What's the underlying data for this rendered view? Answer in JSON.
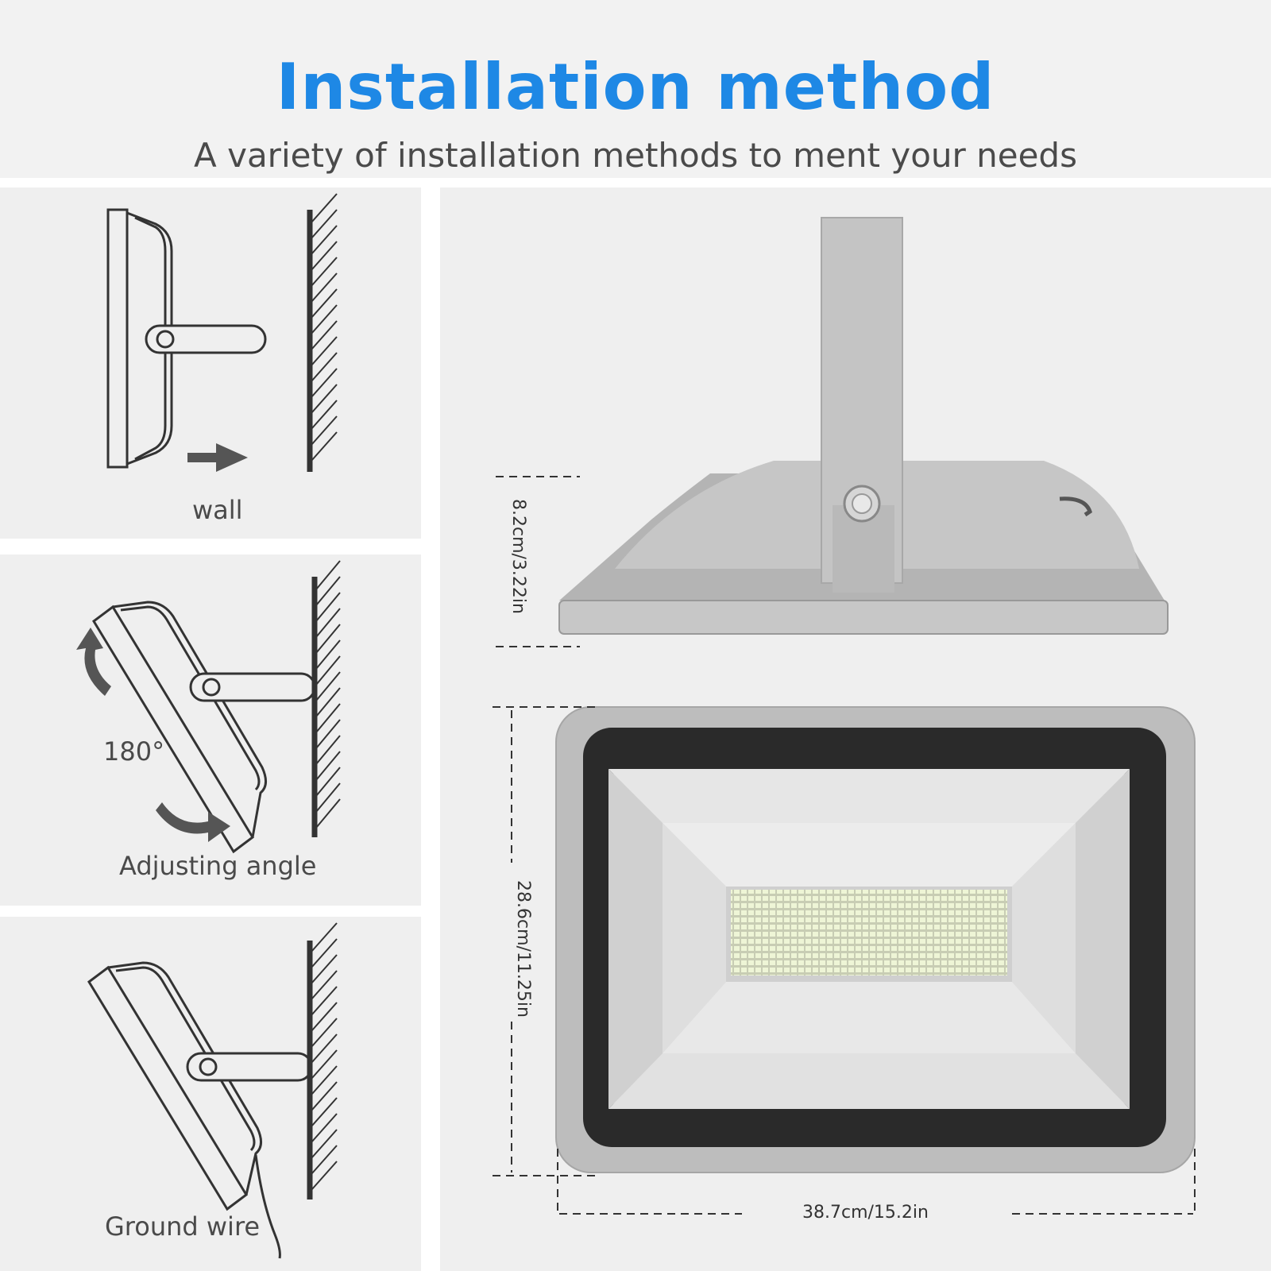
{
  "header": {
    "title": "Installation method",
    "subtitle": "A variety of installation methods to ment your needs"
  },
  "methods": [
    {
      "label": "wall"
    },
    {
      "label": "180°",
      "caption": "Adjusting angle"
    },
    {
      "label": "Ground wire"
    }
  ],
  "dimensions": {
    "height_side": "8.2cm/3.22in",
    "height_front": "28.6cm/11.25in",
    "width": "38.7cm/15.2in"
  },
  "icons": [
    "arrow-right-icon",
    "rotate-up-icon",
    "rotate-down-icon"
  ],
  "colors": {
    "title": "#1e88e5",
    "panel_bg": "#efefef",
    "housing": "#bdbdbd",
    "led": "#e8f0c8"
  }
}
